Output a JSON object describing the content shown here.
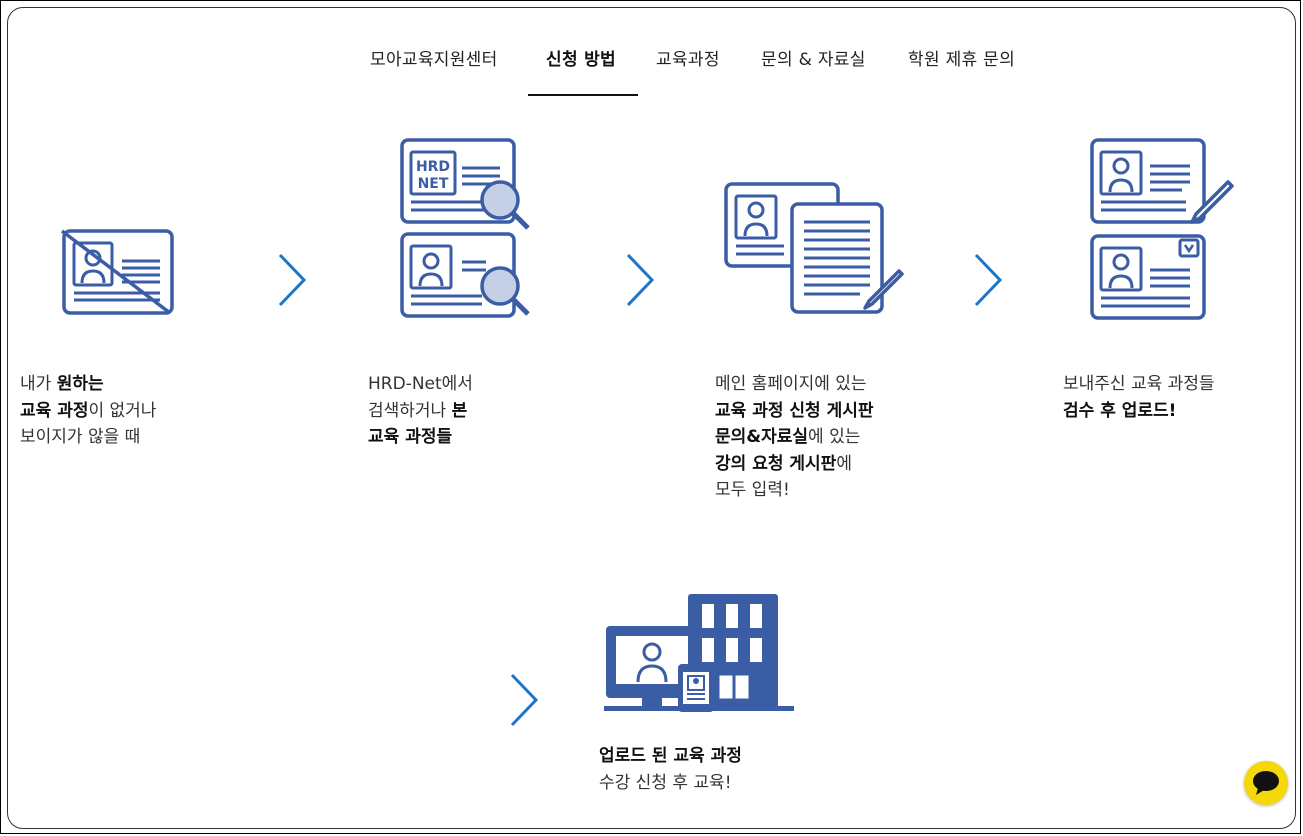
{
  "nav": {
    "items": [
      {
        "label": "모아교육지원센터"
      },
      {
        "label": "신청 방법",
        "active": true
      },
      {
        "label": "교육과정"
      },
      {
        "label": "문의 & 자료실"
      },
      {
        "label": "학원 제휴 문의"
      }
    ]
  },
  "steps": [
    {
      "icon": "crossed-id-card-icon",
      "lines": [
        [
          {
            "t": "내가 ",
            "b": false
          },
          {
            "t": "원하는",
            "b": true
          }
        ],
        [
          {
            "t": "교육 과정",
            "b": true
          },
          {
            "t": "이 없거나",
            "b": false
          }
        ],
        [
          {
            "t": "보이지가 않을 때",
            "b": false
          }
        ]
      ]
    },
    {
      "icon": "hrd-net-search-icon",
      "lines": [
        [
          {
            "t": "HRD-Net에서",
            "b": false
          }
        ],
        [
          {
            "t": "검색하거나 ",
            "b": false
          },
          {
            "t": "본",
            "b": true
          }
        ],
        [
          {
            "t": "교육 과정들",
            "b": true
          }
        ]
      ]
    },
    {
      "icon": "document-write-icon",
      "lines": [
        [
          {
            "t": "메인 홈페이지에 있는",
            "b": false
          }
        ],
        [
          {
            "t": "교육 과정 신청 게시판",
            "b": true
          }
        ],
        [
          {
            "t": "문의&자료실",
            "b": true
          },
          {
            "t": "에 있는",
            "b": false
          }
        ],
        [
          {
            "t": "강의 요청 게시판",
            "b": true
          },
          {
            "t": "에",
            "b": false
          }
        ],
        [
          {
            "t": "모두 입력!",
            "b": false
          }
        ]
      ]
    },
    {
      "icon": "review-upload-icon",
      "lines": [
        [
          {
            "t": "보내주신 교육 과정들",
            "b": false
          }
        ],
        [
          {
            "t": "검수 후 업로드!",
            "b": true
          }
        ]
      ]
    },
    {
      "icon": "devices-building-icon",
      "lines": [
        [
          {
            "t": "업로드 된 교육 과정",
            "b": true
          }
        ],
        [
          {
            "t": "수강 신청 후 교육!",
            "b": false
          }
        ]
      ]
    }
  ],
  "colors": {
    "icon_blue": "#3a5da6",
    "icon_light": "#c5cfe6",
    "arrow_blue": "#1d77c9",
    "chat_yellow": "#f5d70a"
  }
}
